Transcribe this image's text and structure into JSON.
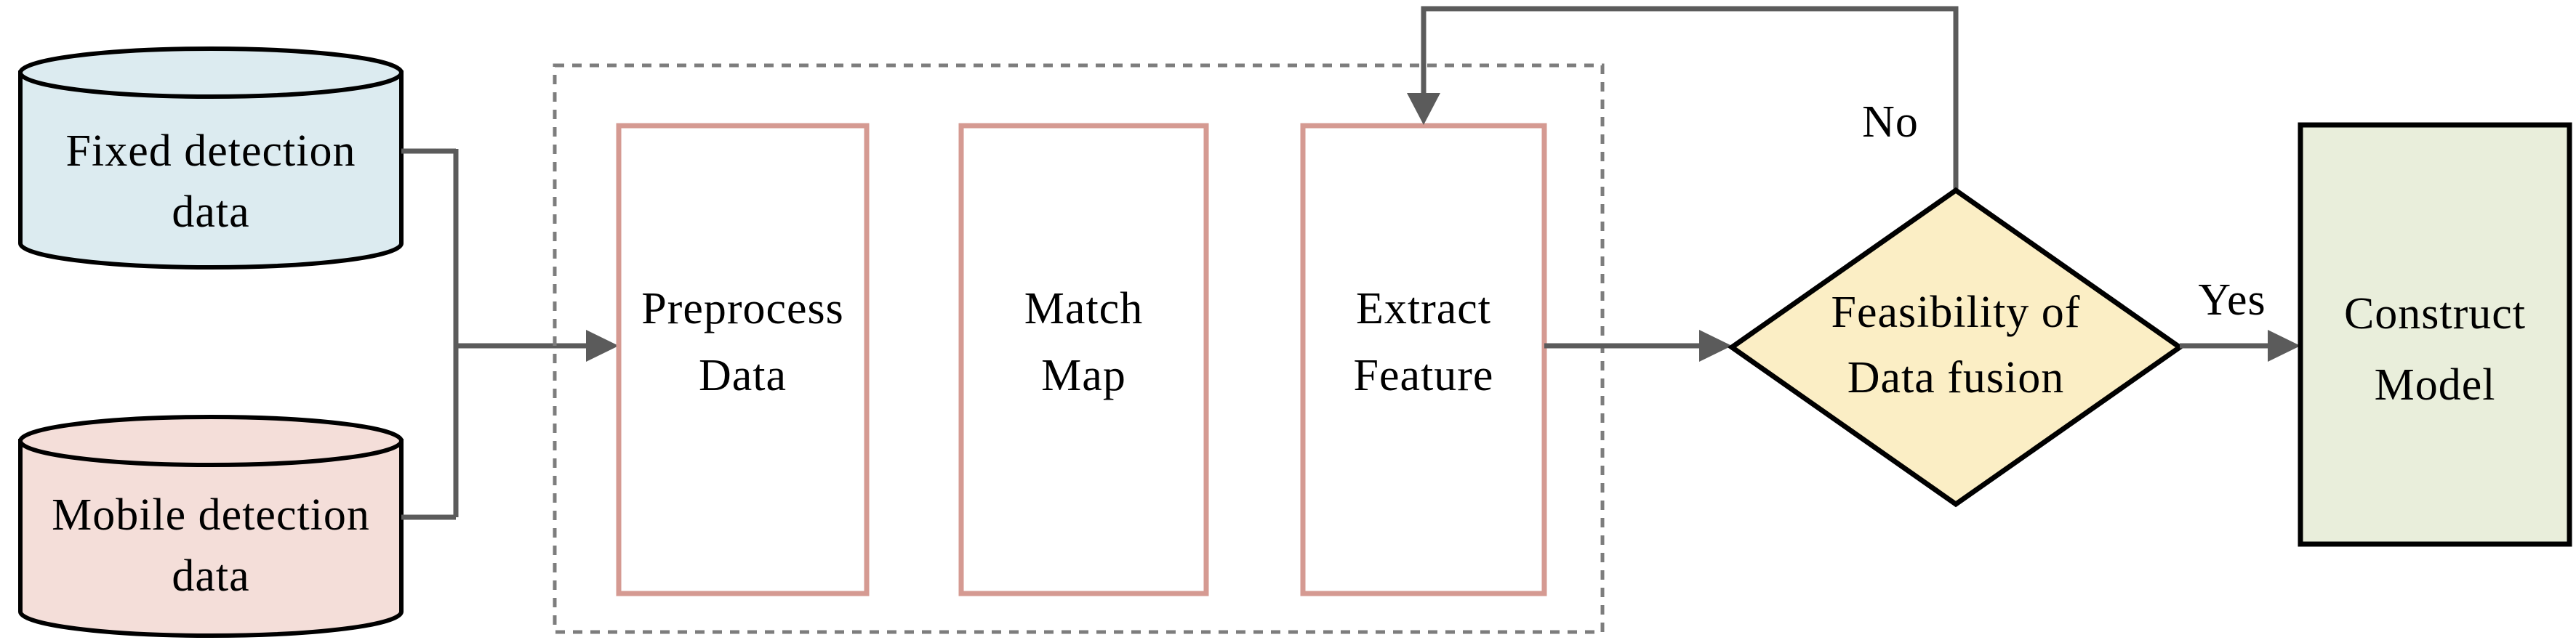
{
  "figure": {
    "sources": [
      {
        "line1": "Fixed detection",
        "line2": "data",
        "fill": "#dcebf0"
      },
      {
        "line1": "Mobile detection",
        "line2": "data",
        "fill": "#f4ded9"
      }
    ],
    "pipeline": {
      "steps": [
        {
          "line1": "Preprocess",
          "line2": "Data"
        },
        {
          "line1": "Match",
          "line2": "Map"
        },
        {
          "line1": "Extract",
          "line2": "Feature"
        }
      ],
      "box_border_color": "#d59a92",
      "box_fill": "#ffffff"
    },
    "decision": {
      "line1": "Feasibility of",
      "line2": "Data fusion",
      "fill": "#fbeec5"
    },
    "branch_labels": {
      "yes": "Yes",
      "no": "No"
    },
    "result": {
      "line1": "Construct",
      "line2": "Model",
      "fill": "#e9eedb"
    },
    "colors": {
      "connector": "#5b5b5b",
      "dashed_border": "#7d7d7d",
      "shape_outline": "#000000",
      "background": "#ffffff"
    }
  }
}
